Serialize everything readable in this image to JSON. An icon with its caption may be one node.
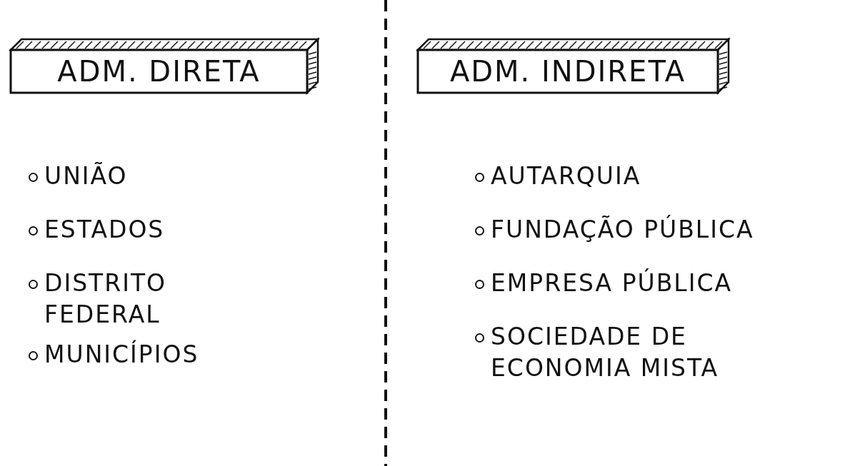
{
  "diagram": {
    "nodes": [
      {
        "text": [
          "ADM. DIRETA"
        ],
        "beside": [
          "UNIÃO",
          "ESTADOS",
          "DISTRITO FEDERAL",
          "MUNICÍPIOS"
        ]
      },
      {
        "text": [
          "ADM. INDIRETA"
        ],
        "beside": [
          "AUTARQUIA",
          "FUNDAÇÃO PÚBLICA",
          "EMPRESA PÚBLICA",
          "SOCIEDADE DE ECONOMIA MISTA"
        ]
      }
    ]
  }
}
